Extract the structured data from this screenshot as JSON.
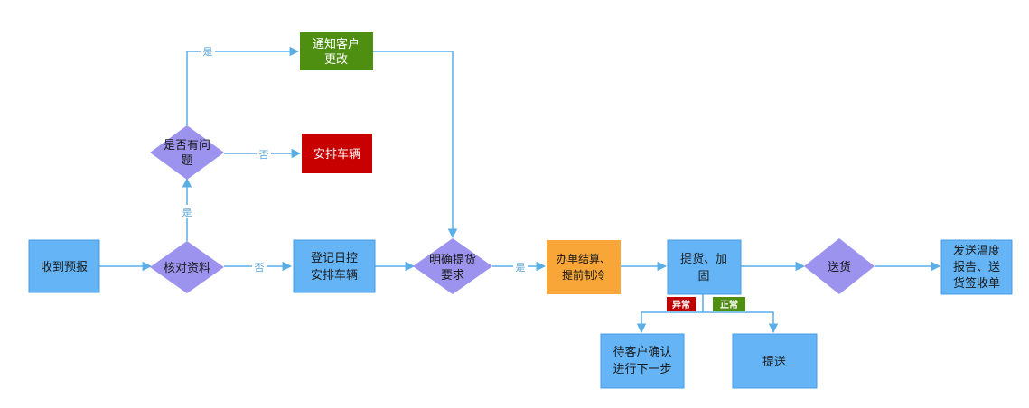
{
  "colors": {
    "process": "#64b4f6",
    "process_border": "#4a9be0",
    "decision": "#9b93ee",
    "edge": "#5aaee6",
    "green": "#4e8f12",
    "red": "#c80000",
    "orange": "#f7a637",
    "tag_red": "#c00000",
    "tag_green": "#4e8f12"
  },
  "nodes": {
    "receive_forecast": "收到预报",
    "check_docs": "核对资料",
    "has_problem_l1": "是否有问",
    "has_problem_l2": "题",
    "notify_l1": "通知客户",
    "notify_l2": "更改",
    "arrange_vehicle_red": "安排车辆",
    "register_l1": "登记日控",
    "register_l2": "安排车辆",
    "confirm_l1": "明确提货",
    "confirm_l2": "要求",
    "settle_l1": "办单结算、",
    "settle_l2": "提前制冷",
    "pickup_l1": "提货、加",
    "pickup_l2": "固",
    "deliver": "送货",
    "send_l1": "发送温度",
    "send_l2": "报告、送",
    "send_l3": "货签收单",
    "wait_l1": "待客户确认",
    "wait_l2": "进行下一步",
    "dispatch": "提送"
  },
  "edge_labels": {
    "yes_top": "是",
    "no_mid": "否",
    "yes_up": "是",
    "no_right": "否",
    "yes_confirm": "是"
  },
  "tags": {
    "abnormal": "异常",
    "normal": "正常"
  }
}
